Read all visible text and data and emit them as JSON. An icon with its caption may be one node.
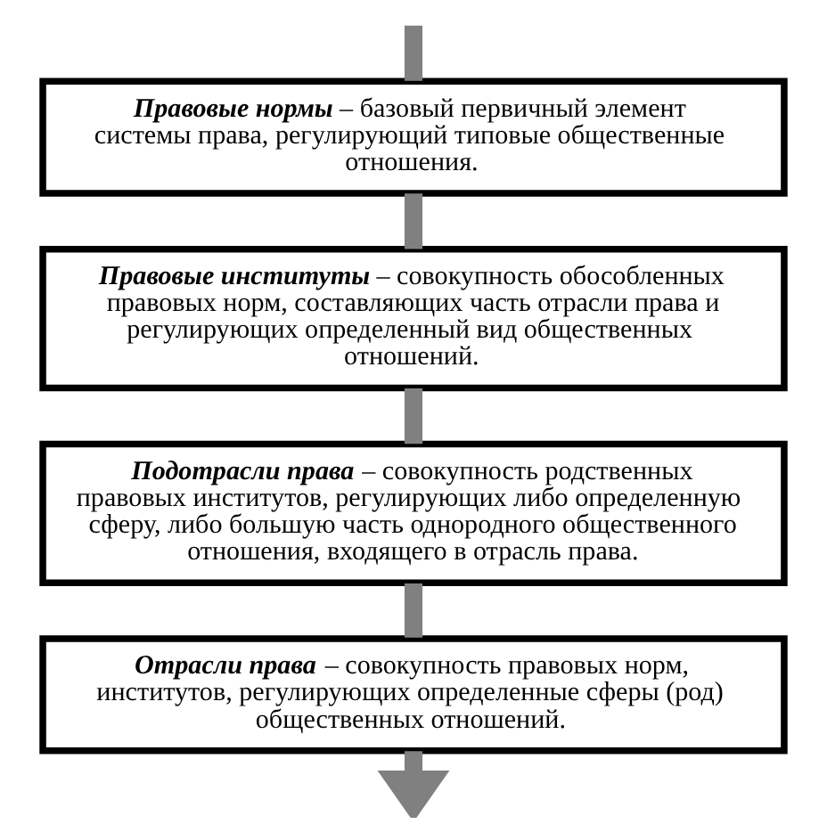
{
  "diagram": {
    "nodes": [
      {
        "text": [
          "**Правовые нормы** – базовый первичный элемент системы права, регулирующий типовые общественные отношения."
        ]
      },
      {
        "text": [
          "**Правовые институты** – совокупность обособленных правовых норм, составляющих часть отрасли права и регулирующих определенный вид общественных отношений."
        ]
      },
      {
        "text": [
          "**Подотрасли права** – совокупность родственных правовых институтов, регулирующих либо определенную сферу, либо большую часть однородного общественного отношения, входящего в отрасль права."
        ]
      },
      {
        "text": [
          "**Отрасли права** – совокупность правовых норм, институтов, регулирующих определенные сферы (род) общественных отношений."
        ]
      }
    ],
    "edges": [
      {
        "from": null,
        "to": 0,
        "arrow": "none"
      },
      {
        "from": 0,
        "to": 1,
        "arrow": "none"
      },
      {
        "from": 1,
        "to": 2,
        "arrow": "none"
      },
      {
        "from": 2,
        "to": 3,
        "arrow": "none"
      },
      {
        "from": 3,
        "to": null,
        "arrow": "to"
      }
    ]
  }
}
